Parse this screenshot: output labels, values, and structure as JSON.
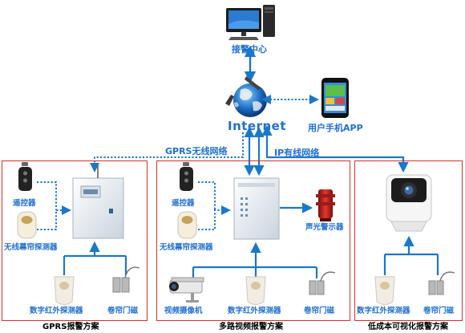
{
  "center": {
    "monitoring_center": "接警中心",
    "internet": "Internet",
    "phone_app": "用户手机APP",
    "gprs_network": "GPRS无线网络",
    "ip_network": "IP有线网络"
  },
  "sections": [
    {
      "title": "GPRS报警方案",
      "devices": [
        "遥控器",
        "无线幕帘探测器",
        "数字红外探测器",
        "卷帘门磁"
      ]
    },
    {
      "title": "多路视频报警方案",
      "devices": [
        "遥控器",
        "无线幕帘探测器",
        "声光警示器",
        "视频摄像机",
        "数字红外探测器",
        "卷帘门磁"
      ]
    },
    {
      "title": "低成本可视化报警方案",
      "devices": [
        "数字红外探测器",
        "卷帘门磁"
      ]
    }
  ],
  "colors": {
    "label_blue": "#1f6fd1",
    "arrow_blue": "#1a78c8",
    "frame_red": "#d3322e"
  }
}
